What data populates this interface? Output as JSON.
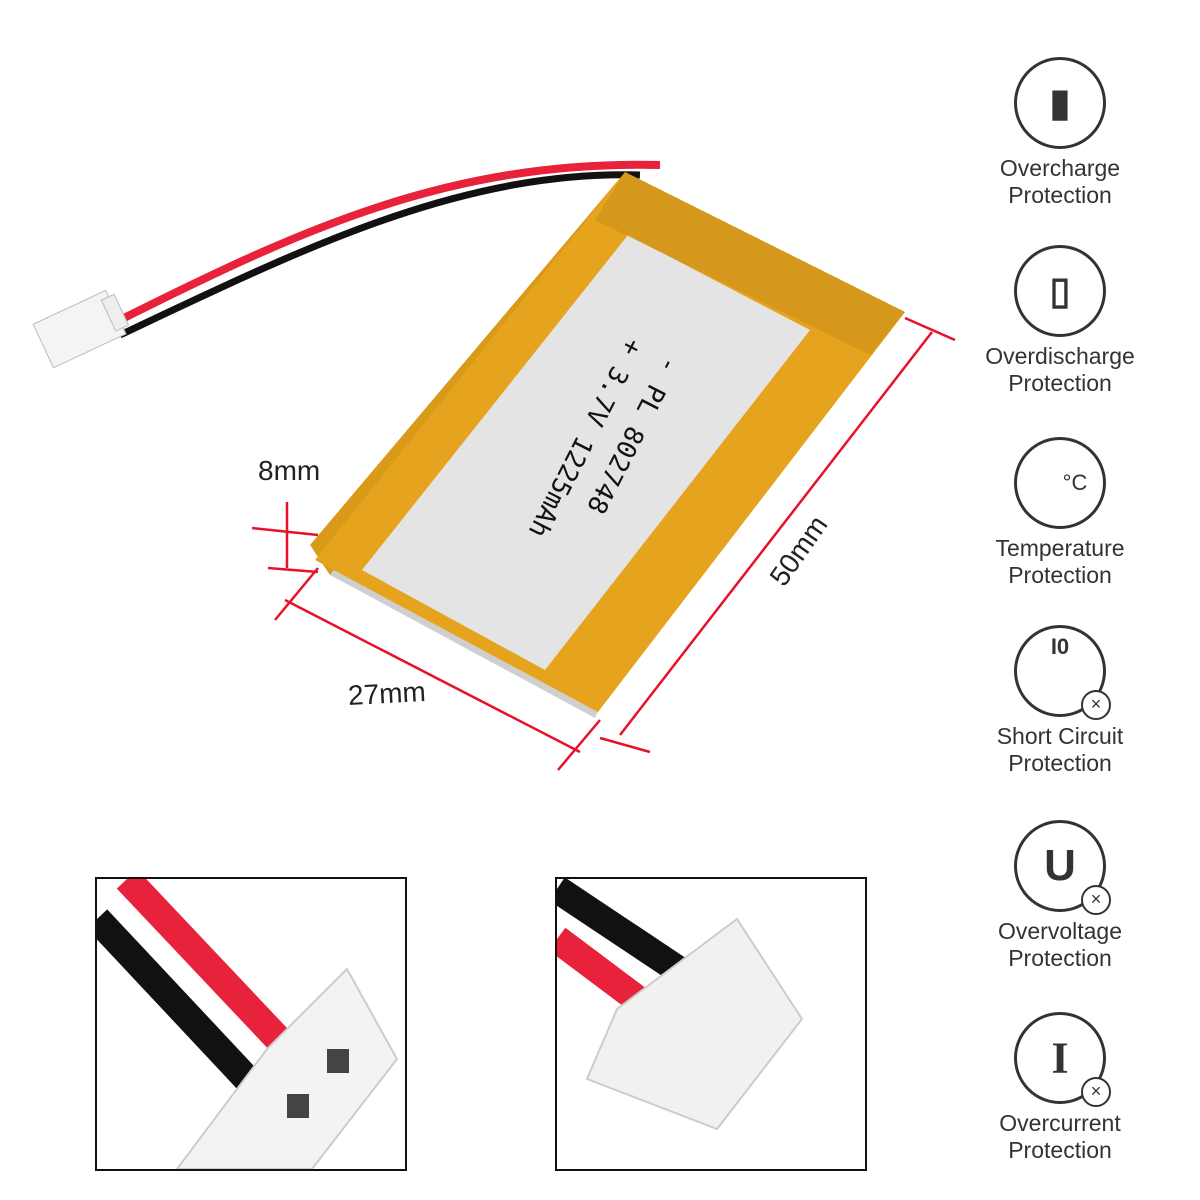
{
  "battery": {
    "label_line1": "+ 3.7V 1225mAh",
    "label_line2": "- PL 802748",
    "colors": {
      "wrap": "#e6a41e",
      "body": "#e2e2e2",
      "wire_red": "#e8223a",
      "wire_black": "#111111",
      "dimension": "#e8102a"
    }
  },
  "dimensions": {
    "thickness": "8mm",
    "width": "27mm",
    "length": "50mm"
  },
  "features": [
    {
      "icon": "overcharge-battery-icon",
      "line1": "Overcharge",
      "line2": "Protection"
    },
    {
      "icon": "overdischarge-battery-icon",
      "line1": "Overdischarge",
      "line2": "Protection"
    },
    {
      "icon": "thermometer-icon",
      "glyph": "°C",
      "line1": "Temperature",
      "line2": "Protection"
    },
    {
      "icon": "short-circuit-icon",
      "glyph": "I0",
      "line1": "Short Circuit",
      "line2": "Protection"
    },
    {
      "icon": "overvoltage-icon",
      "glyph": "U",
      "line1": "Overvoltage",
      "line2": "Protection"
    },
    {
      "icon": "overcurrent-icon",
      "glyph": "I",
      "line1": "Overcurrent",
      "line2": "Protection"
    }
  ],
  "badge_glyph": "×"
}
